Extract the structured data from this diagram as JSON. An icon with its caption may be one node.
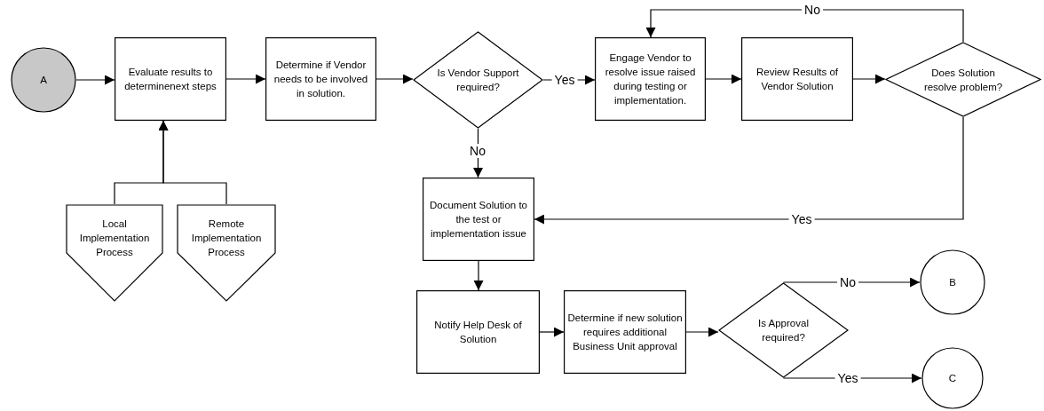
{
  "diagram": {
    "nodes": [
      {
        "text": [
          "A"
        ]
      },
      {
        "text": [
          "Evaluate results to determinenext steps"
        ]
      },
      {
        "text": [
          "Determine if Vendor needs to be involved in solution."
        ]
      },
      {
        "text": [
          "Is Vendor Support required?"
        ]
      },
      {
        "text": [
          "Engage Vendor to resolve issue raised during testing or implementation."
        ]
      },
      {
        "text": [
          "Review Results of Vendor Solution"
        ]
      },
      {
        "text": [
          "Does Solution resolve problem?"
        ]
      },
      {
        "text": [
          "Local Implementation Process"
        ]
      },
      {
        "text": [
          "Remote Implementation Process"
        ]
      },
      {
        "text": [
          "Document Solution to the test or implementation issue"
        ]
      },
      {
        "text": [
          "Notify Help Desk of Solution"
        ]
      },
      {
        "text": [
          "Determine if new solution requires additional Business Unit approval"
        ]
      },
      {
        "text": [
          "Is Approval required?"
        ]
      },
      {
        "text": [
          "B"
        ]
      },
      {
        "text": [
          "C"
        ]
      }
    ],
    "edges": [
      {
        "from": 0,
        "to": 1,
        "arrow": "to"
      },
      {
        "from": 1,
        "to": 2,
        "arrow": "to"
      },
      {
        "from": 2,
        "to": 3,
        "arrow": "to"
      },
      {
        "from": 3,
        "to": 4,
        "arrow": "to",
        "label": "Yes"
      },
      {
        "from": 4,
        "to": 5,
        "arrow": "to"
      },
      {
        "from": 5,
        "to": 6,
        "arrow": "to"
      },
      {
        "from": 6,
        "to": 4,
        "arrow": "to",
        "label": "No"
      },
      {
        "from": 6,
        "to": 9,
        "arrow": "to",
        "label": "Yes"
      },
      {
        "from": 3,
        "to": 9,
        "arrow": "to",
        "label": "No"
      },
      {
        "from": 7,
        "to": 1,
        "arrow": "to"
      },
      {
        "from": 8,
        "to": 1,
        "arrow": "to"
      },
      {
        "from": 9,
        "to": 10,
        "arrow": "to"
      },
      {
        "from": 10,
        "to": 11,
        "arrow": "to"
      },
      {
        "from": 11,
        "to": 12,
        "arrow": "to"
      },
      {
        "from": 12,
        "to": 13,
        "arrow": "to",
        "label": "No"
      },
      {
        "from": 12,
        "to": 14,
        "arrow": "to",
        "label": "Yes"
      }
    ]
  }
}
